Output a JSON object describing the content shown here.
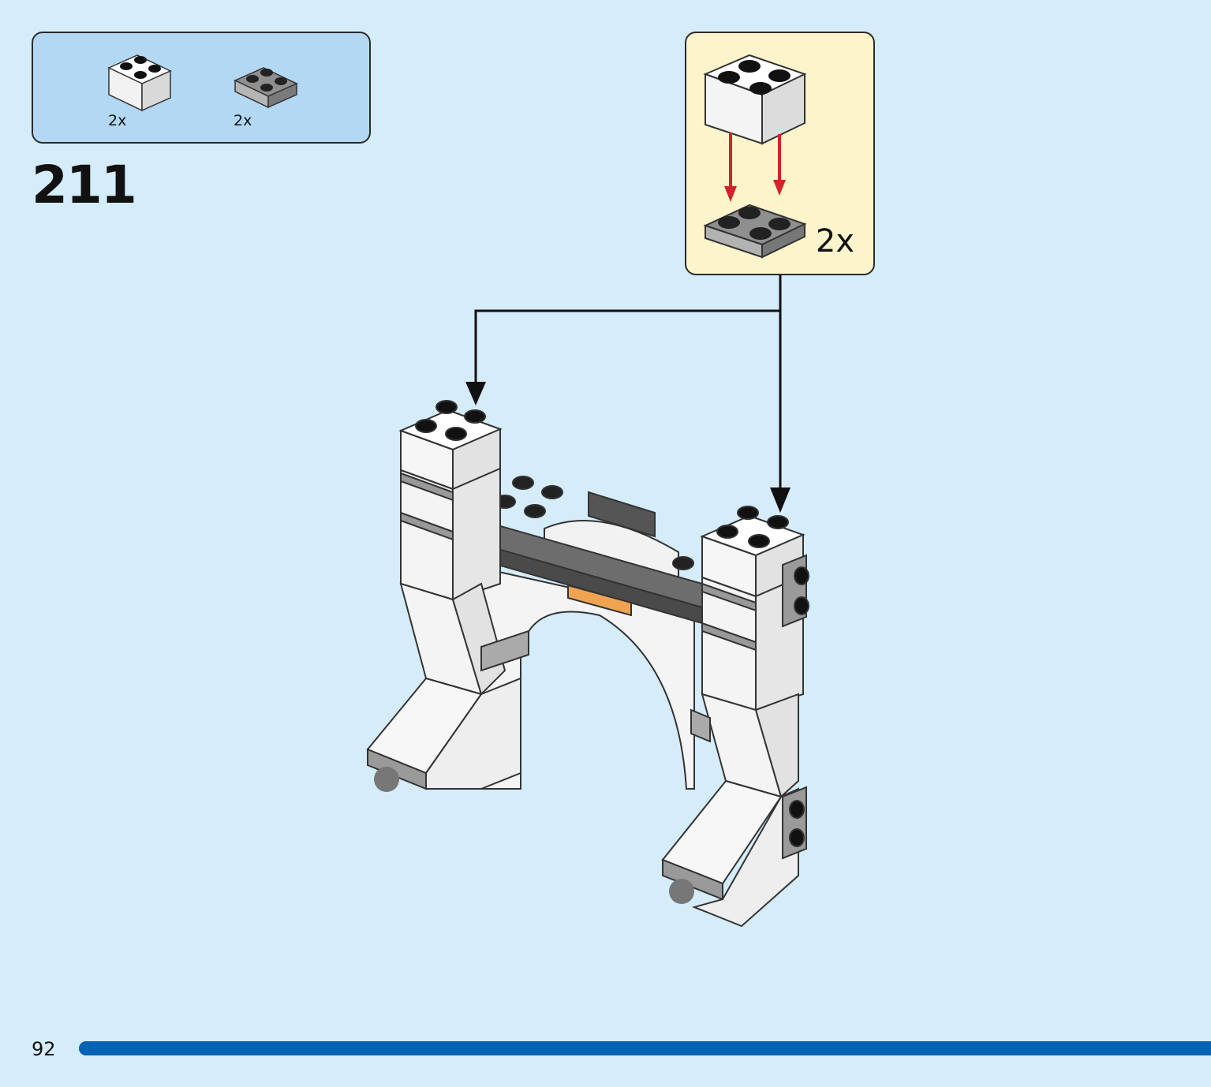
{
  "parts": [
    {
      "icon": "white-brick-2x2-icon",
      "quantity": "2x",
      "color": "#ffffff"
    },
    {
      "icon": "gray-plate-2x2-icon",
      "quantity": "2x",
      "color": "#8f8f8f"
    }
  ],
  "step": {
    "number": "211"
  },
  "callout": {
    "quantity": "2x"
  },
  "page": {
    "number": "92"
  },
  "colors": {
    "background": "#d5ecfb",
    "parts_box": "#b3d8f4",
    "callout_box": "#fdf4cc",
    "page_bar": "#0462b4",
    "arrow_red": "#d2232a"
  }
}
